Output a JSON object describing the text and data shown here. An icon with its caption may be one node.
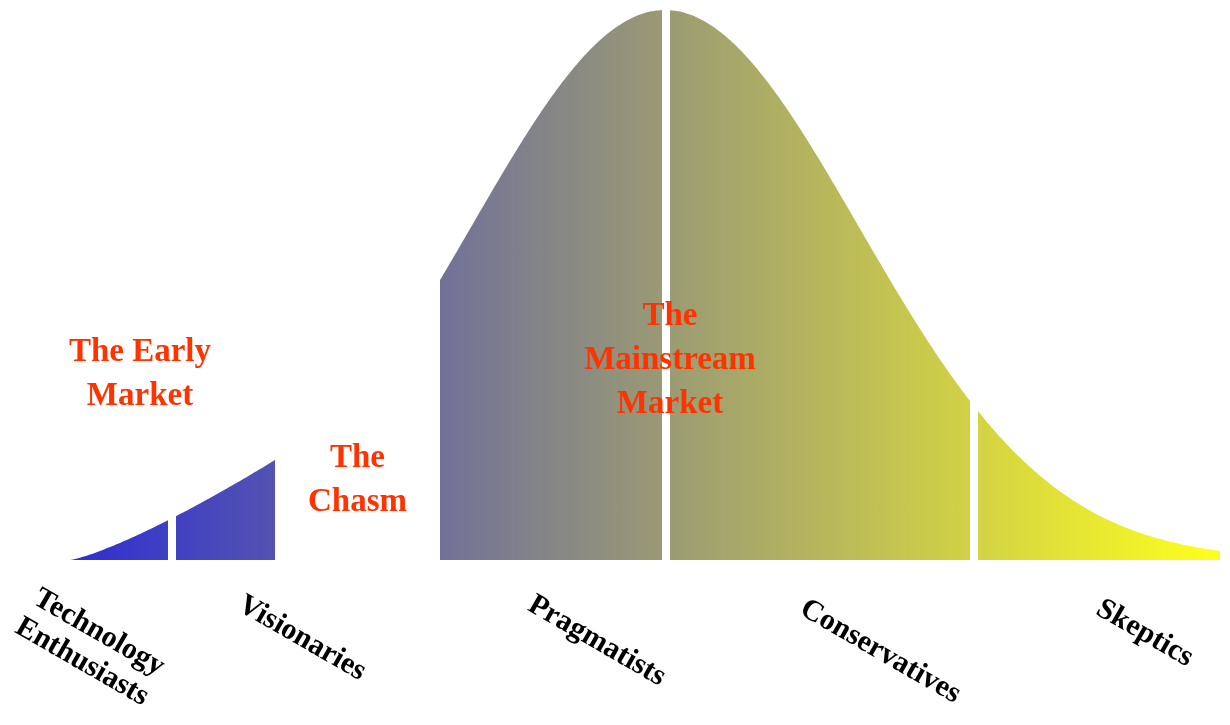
{
  "diagram": {
    "nodes": [
      {
        "text": [],
        "shape": "area",
        "beside": [
          "Technology Enthusiasts"
        ]
      },
      {
        "text": [],
        "shape": "area",
        "beside": [
          "Visionaries"
        ]
      },
      {
        "text": [],
        "shape": "area",
        "beside": [
          "Pragmatists"
        ]
      },
      {
        "text": [],
        "shape": "area",
        "beside": [
          "Conservatives"
        ]
      },
      {
        "text": [],
        "shape": "area",
        "beside": [
          "Skeptics"
        ]
      }
    ],
    "labels": [
      "The Early Market",
      "The Chasm",
      "The Mainstream Market"
    ]
  }
}
